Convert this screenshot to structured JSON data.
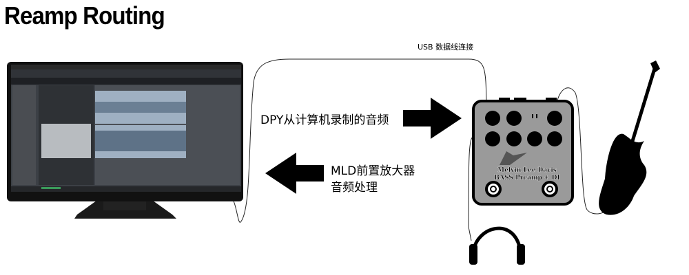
{
  "title": "Reamp Routing",
  "usb_label": "USB 数据线连接",
  "to_pedal_label": "DPY从计算机录制的音频",
  "from_pedal_label_line1": "MLD前置放大器",
  "from_pedal_label_line2": "音频处理",
  "pedal": {
    "brand_line1": "Melvin Lee Davis",
    "brand_line2": "BASS Preamp + DI"
  },
  "colors": {
    "pedal_body": "#9a9a9a",
    "daw_bg": "#3c4046",
    "waveform": "#7d95ad"
  }
}
